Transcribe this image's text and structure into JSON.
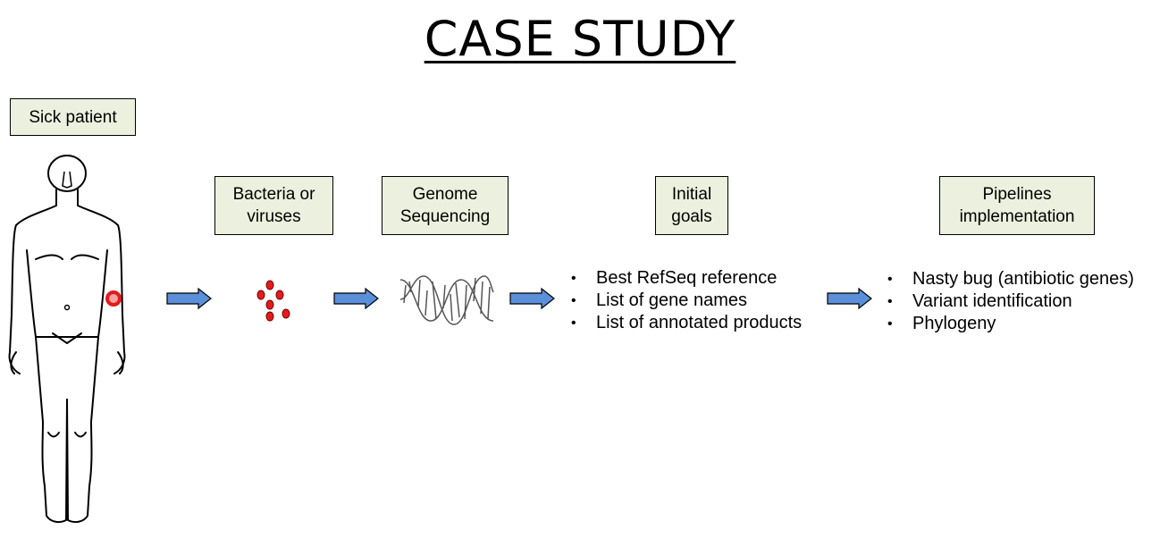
{
  "title": "CASE STUDY",
  "boxes": {
    "patient": "Sick patient",
    "pathogen": "Bacteria or\nviruses",
    "sequencing": "Genome\nSequencing",
    "goals": "Initial\ngoals",
    "pipelines": "Pipelines\nimplementation"
  },
  "initial_goals": [
    "Best RefSeq reference",
    "List of gene names",
    "List of annotated products"
  ],
  "pipeline_outputs": [
    "Nasty bug (antibiotic genes)",
    "Variant identification",
    "Phylogeny"
  ],
  "colors": {
    "box_fill": "#ebf1de",
    "arrow_fill": "#5b8fd9",
    "infection": "#e31b1b"
  }
}
